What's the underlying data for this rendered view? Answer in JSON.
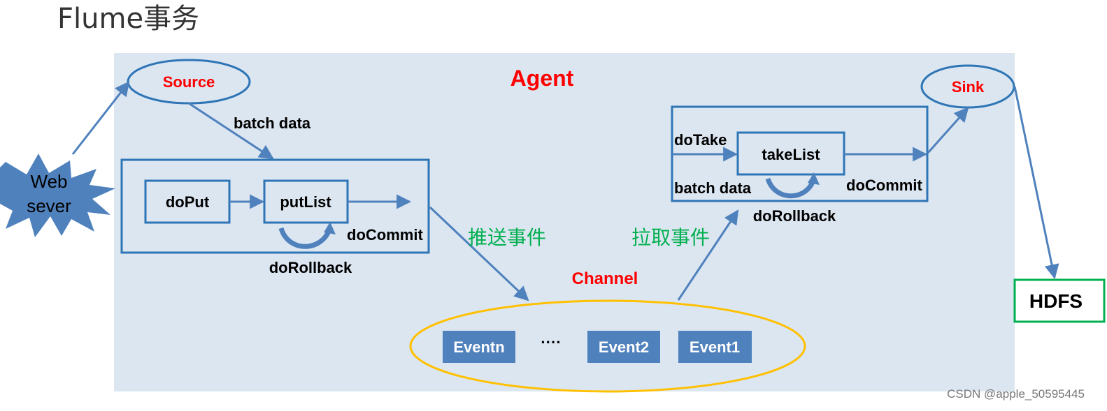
{
  "title": "Flume事务",
  "agent": {
    "label": "Agent"
  },
  "source": {
    "label": "Source"
  },
  "sink": {
    "label": "Sink"
  },
  "web_server": {
    "line1": "Web",
    "line2": "sever"
  },
  "put_box": {
    "doput": "doPut",
    "putlist": "putList",
    "docommit": "doCommit",
    "dorollback": "doRollback",
    "batch_data": "batch data"
  },
  "take_box": {
    "dotake": "doTake",
    "takelist": "takeList",
    "docommit": "doCommit",
    "dorollback": "doRollback",
    "batch_data": "batch data"
  },
  "channel": {
    "label": "Channel",
    "events": [
      "Eventn",
      "Event2",
      "Event1"
    ],
    "ellipsis": "····"
  },
  "push_label": "推送事件",
  "pull_label": "拉取事件",
  "hdfs": {
    "label": "HDFS"
  },
  "watermark": "CSDN @apple_50595445",
  "colors": {
    "agent_bg": "#dce6f1",
    "blue": "#2e75b6",
    "arrow": "#4f81bd",
    "event_fill": "#4f81bd",
    "channel_border": "#ffc000",
    "hdfs_border": "#00b050",
    "red": "#ff0000",
    "green": "#00b050"
  }
}
